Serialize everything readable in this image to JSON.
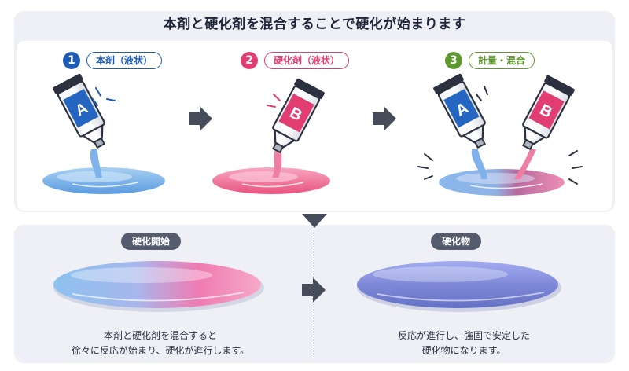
{
  "title": "本剤と硬化剤を混合することで硬化が始まります",
  "steps": [
    {
      "num": "1",
      "label": "本剤（液状）",
      "color": "#1d5bb5"
    },
    {
      "num": "2",
      "label": "硬化剤（液状）",
      "color": "#e23d72"
    },
    {
      "num": "3",
      "label": "計量・混合",
      "color": "#5f9830"
    }
  ],
  "tube_letters": {
    "a": "A",
    "b": "B"
  },
  "bottom": {
    "left": {
      "pill": "硬化開始",
      "caption_line1": "本剤と硬化剤を混合すると",
      "caption_line2": "徐々に反応が始まり、硬化が進行します。"
    },
    "right": {
      "pill": "硬化物",
      "caption_line1": "反応が進行し、強固で安定した",
      "caption_line2": "硬化物になります。"
    }
  },
  "colors": {
    "blue": "#2f6fc4",
    "pink": "#e23d72",
    "green": "#5f9830",
    "arrow": "#474c5b",
    "cured": "#7b87d4"
  }
}
